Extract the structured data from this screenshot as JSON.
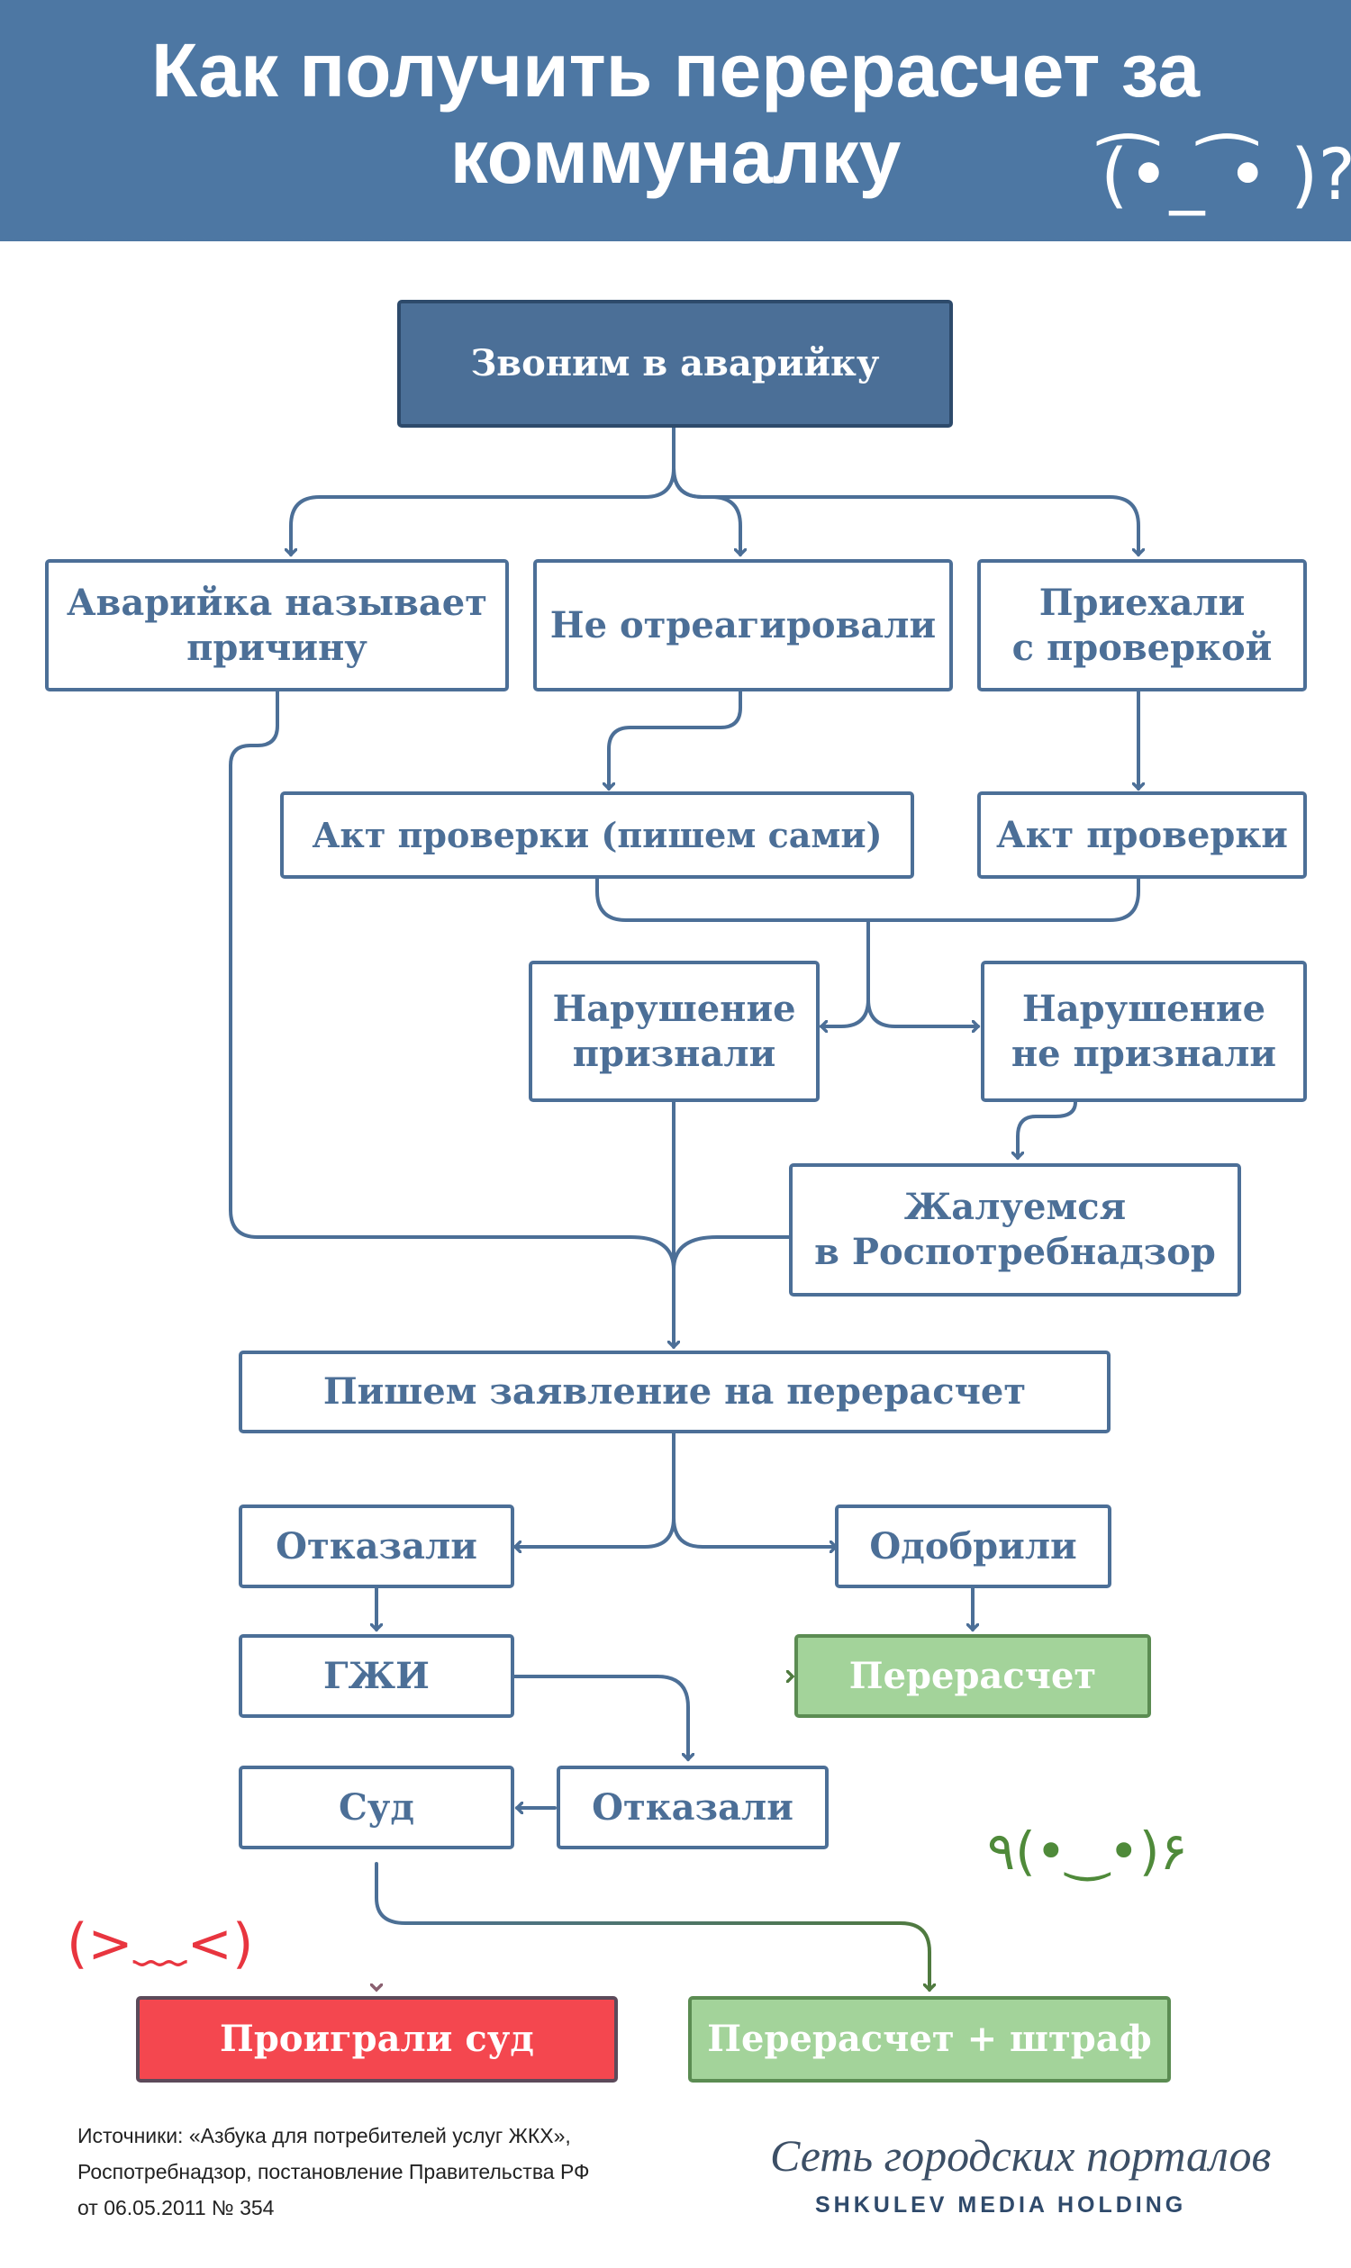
{
  "header": {
    "title": "Как получить перерасчет за коммуналку",
    "kaomoji": "(͡•_ ͡• )?"
  },
  "nodes": {
    "call_emergency": "Звоним в аварийку",
    "emergency_names_cause": "Аварийка называет\nпричину",
    "no_reaction": "Не отреагировали",
    "came_to_check": "Приехали\nс проверкой",
    "act_self": "Акт проверки (пишем сами)",
    "act_check": "Акт проверки",
    "violation_recognized": "Нарушение\nпризнали",
    "violation_not_recognized": "Нарушение\nне признали",
    "complain_rospotreb": "Жалуемся\nв Роспотребнадзор",
    "write_application": "Пишем заявление на перерасчет",
    "refused_1": "Отказали",
    "approved": "Одобрили",
    "gzhi": "ГЖИ",
    "recalculation": "Перерасчет",
    "court": "Суд",
    "refused_2": "Отказали",
    "lost_court": "Проиграли суд",
    "recalc_fine": "Перерасчет + штраф"
  },
  "kaomoji": {
    "happy": "٩(•‿•)۶",
    "sad": "(>﹏<)"
  },
  "footer": {
    "sources": "Источники: «Азбука для потребителей услуг ЖКХ»,\nРоспотребнадзор, постановление Правительства РФ\nот 06.05.2011 № 354",
    "logo_script": "Сеть городских порталов",
    "logo_holding": "SHKULEV MEDIA HOLDING"
  },
  "colors": {
    "header": "#4d77a3",
    "primary": "#4c6f97",
    "green": "#a3d39a",
    "green_line": "#5b8c52",
    "red": "#f4474f",
    "red_line": "#8a6070",
    "happy_kaomoji": "#4f8a3a",
    "sad_kaomoji": "#e8353f"
  }
}
